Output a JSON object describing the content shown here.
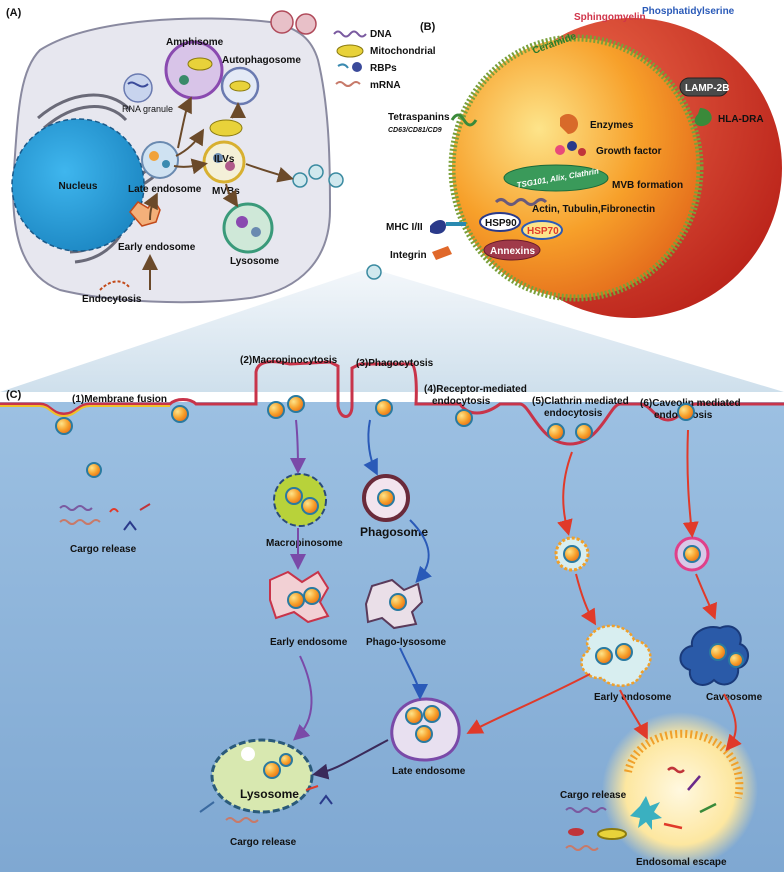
{
  "panels": {
    "a": "(A)",
    "b": "(B)",
    "c": "(C)"
  },
  "panel_a": {
    "nucleus": "Nucleus",
    "rna_granule": "RNA granule",
    "amphisome": "Amphisome",
    "autophagosome": "Autophagosome",
    "late_endosome": "Late endosome",
    "early_endosome": "Early endosome",
    "ilvs": "ILVs",
    "mvbs": "MVBs",
    "lysosome": "Lysosome",
    "endocytosis": "Endocytosis"
  },
  "legend": {
    "items": [
      "DNA",
      "Mitochondrial",
      "RBPs",
      "mRNA"
    ],
    "colors": [
      "#7a5aa0",
      "#e8d23a",
      "#3a4a9a",
      "#c77a6a"
    ]
  },
  "panel_b": {
    "ceramide": "Ceramide",
    "sphingomyelin": "Sphingomyelin",
    "phosphatidylserine": "Phosphatidylserine",
    "lamp2b": "LAMP-2B",
    "hla_dra": "HLA-DRA",
    "tetraspanins": "Tetraspanins",
    "tetraspanins_sub": "CD63/CD81/CD9",
    "enzymes": "Enzymes",
    "growth_factor": "Growth factor",
    "tsg": "TSG101, Alix, Clathrin",
    "mvb_formation": "MVB formation",
    "actin": "Actin, Tubulin,Fibronectin",
    "hsp90": "HSP90",
    "hsp70": "HSP70",
    "annexins": "Annexins",
    "mhc": "MHC I/II",
    "integrin": "Integrin"
  },
  "panel_c": {
    "membrane_fusion": "(1)Membrane fusion",
    "macropinocytosis": "(2)Macropinocytosis",
    "phagocytosis": "(3)Phagocytosis",
    "receptor_1": "(4)Receptor-mediated",
    "receptor_2": "endocytosis",
    "clathrin_1": "(5)Clathrin mediated",
    "clathrin_2": "endocytosis",
    "caveolin_1": "(6)Caveolin mediated",
    "caveolin_2": "endocytosis",
    "cargo_release_1": "Cargo release",
    "macropinosome": "Macropinosome",
    "phagosome": "Phagosome",
    "early_endosome_left": "Early endosome",
    "phago_lysosome": "Phago-lysosome",
    "late_endosome": "Late endosome",
    "lysosome": "Lysosome",
    "cargo_release_2": "Cargo release",
    "early_endosome_right": "Early endosome",
    "caveosome": "Caveosome",
    "cargo_release_3": "Cargo release",
    "endosomal_escape": "Endosomal escape"
  },
  "colors": {
    "cell_a": "#e6e6ee",
    "nucleus": "#2a9ed8",
    "exosome_orange": "#f08a1a",
    "exosome_red": "#d8342a",
    "cytoplasm_c": "#8fb6da",
    "arrow_brown": "#6b4a2a",
    "arrow_purple": "#7a4aa8",
    "arrow_blue": "#2a5ab8",
    "arrow_red": "#e03a2a"
  }
}
